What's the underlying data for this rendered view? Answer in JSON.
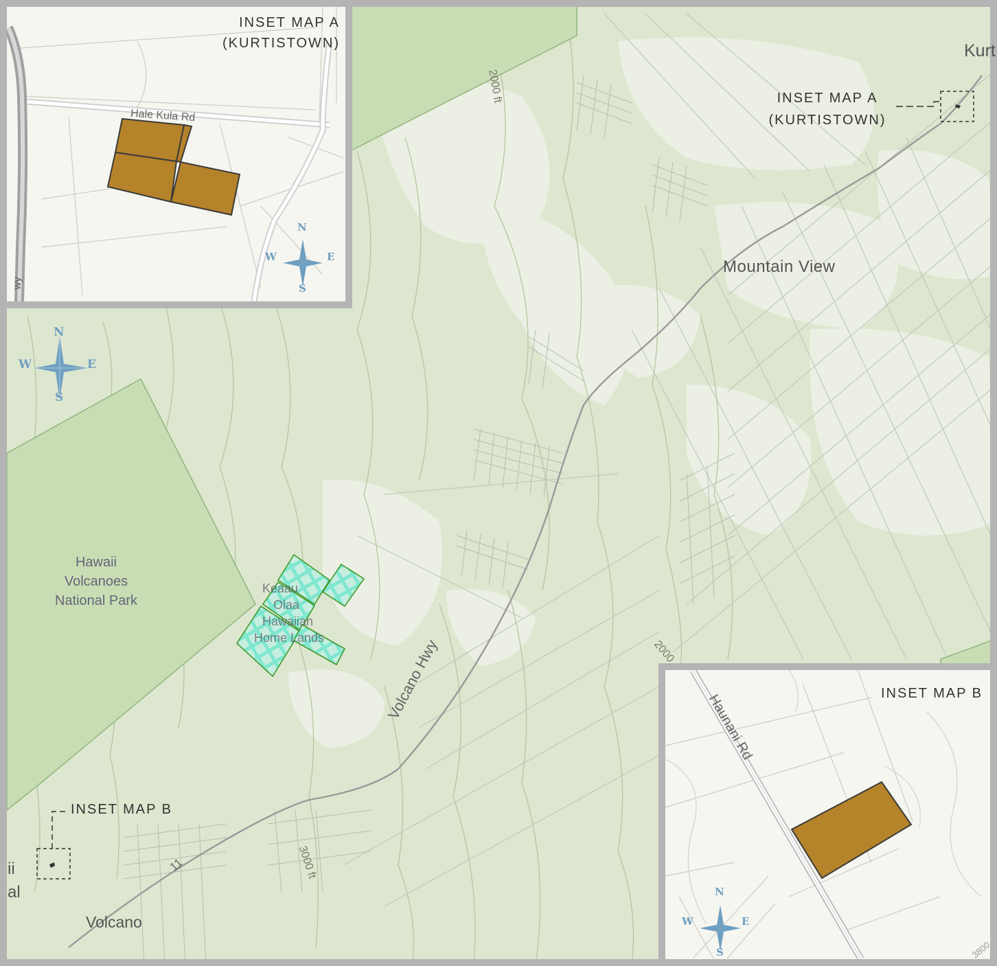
{
  "main_map": {
    "place_labels": {
      "kurtistown_partial": "Kurt",
      "mountain_view": "Mountain View",
      "volcano": "Volcano",
      "park_line1": "Hawaii",
      "park_line2": "Volcanoes",
      "park_line3": "National Park",
      "park_edge_1": "ii",
      "park_edge_2": "al",
      "homelands_1": "Keaau",
      "homelands_2": "Olaa",
      "homelands_3": "Hawaiian",
      "homelands_4": "Home Lands"
    },
    "road_labels": {
      "volcano_hwy": "Volcano Hwy",
      "route_11": "11"
    },
    "contour_labels": {
      "c2000_north": "2000 ft",
      "c3000": "3000 ft",
      "c2000_east": "2000"
    },
    "inset_callouts": {
      "a_line1": "INSET MAP A",
      "a_line2": "(KURTISTOWN)",
      "b": "INSET MAP B"
    },
    "compass": {
      "n": "N",
      "s": "S",
      "e": "E",
      "w": "W"
    }
  },
  "inset_a": {
    "title_line1": "INSET MAP A",
    "title_line2": "(KURTISTOWN)",
    "road_label": "Hale Kula Rd",
    "hwy_fragment": "wy",
    "compass": {
      "n": "N",
      "s": "S",
      "e": "E",
      "w": "W"
    }
  },
  "inset_b": {
    "title": "INSET MAP B",
    "road_label": "Haunani Rd",
    "contour_fragment": "3800",
    "compass": {
      "n": "N",
      "s": "S",
      "e": "E",
      "w": "W"
    }
  },
  "colors": {
    "land": "#dde6cf",
    "park": "#c9ddb5",
    "park_edge": "#8fb57a",
    "parcel": "#b5832a",
    "homelands_fill": "#7fe7cf",
    "homelands_edge": "#3f9a2a",
    "compass": "#6f9fc1",
    "road": "#9a9a9a",
    "frame": "#b4b4b4"
  }
}
